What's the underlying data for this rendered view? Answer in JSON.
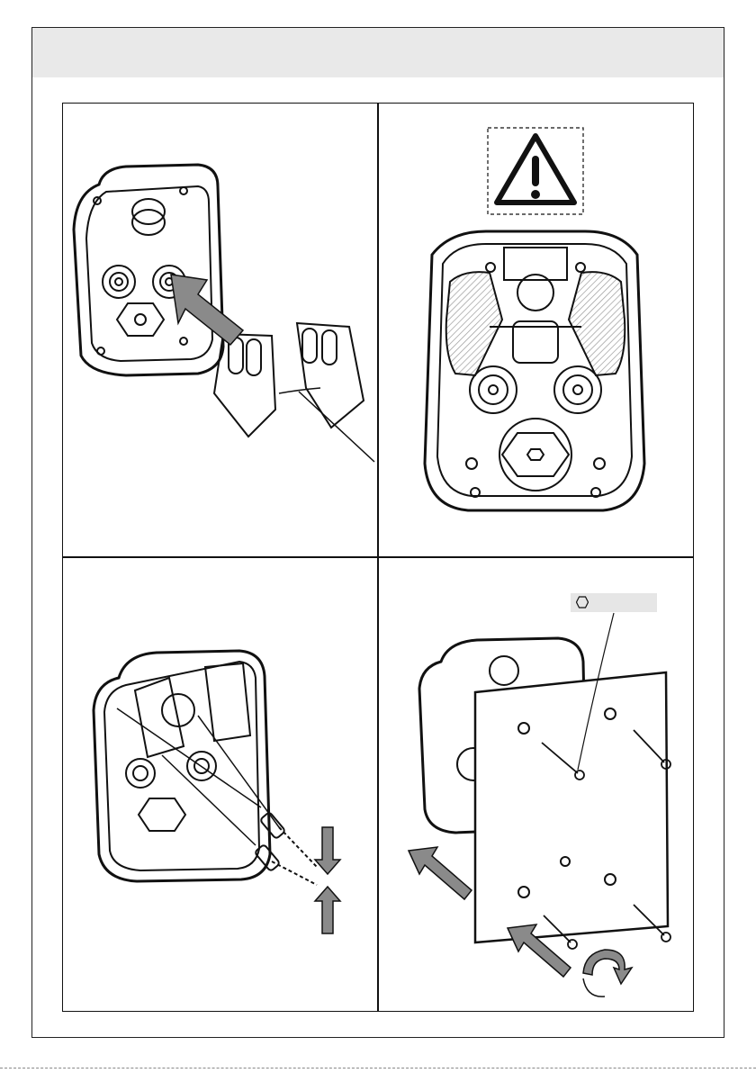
{
  "header": {
    "title": ""
  },
  "steps": [
    {
      "id": 1,
      "description": ""
    },
    {
      "id": 2,
      "description": ""
    },
    {
      "id": 3,
      "description": ""
    },
    {
      "id": 4,
      "description": ""
    }
  ],
  "tool_label": {
    "icon": "hex-key-icon",
    "text": ""
  },
  "colors": {
    "line": "#111111",
    "arrow": "#8a8a8a",
    "band": "#e9e9e9",
    "hatch": "#9a9a9a"
  }
}
